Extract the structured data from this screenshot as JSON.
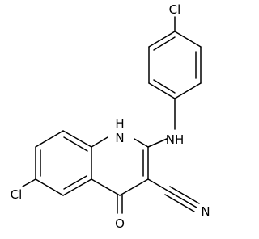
{
  "molecule": {
    "atoms": {
      "cl_top": "Cl",
      "nh_amine": "NH",
      "h_ring": "H",
      "n_ring": "N",
      "cl_left": "Cl",
      "o_carbonyl": "O",
      "n_nitrile": "N"
    }
  }
}
